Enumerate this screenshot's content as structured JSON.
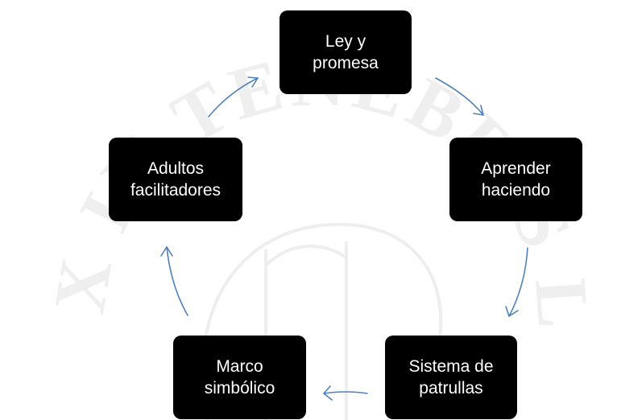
{
  "colors": {
    "node_fill": "#000000",
    "node_text": "#ffffff",
    "arrow": "#4f81bd",
    "watermark": "#eeeeee"
  },
  "diagram": {
    "type": "cycle",
    "nodes": [
      {
        "id": "ley",
        "label": "Ley y\npromesa"
      },
      {
        "id": "aprender",
        "label": "Aprender\nhaciendo"
      },
      {
        "id": "sistema",
        "label": "Sistema de\npatrullas"
      },
      {
        "id": "marco",
        "label": "Marco\nsimbólico"
      },
      {
        "id": "adultos",
        "label": "Adultos\nfacilitadores"
      }
    ],
    "edges": [
      {
        "from": "ley",
        "to": "aprender"
      },
      {
        "from": "aprender",
        "to": "sistema"
      },
      {
        "from": "sistema",
        "to": "marco"
      },
      {
        "from": "marco",
        "to": "adultos"
      },
      {
        "from": "adultos",
        "to": "ley"
      }
    ]
  },
  "watermark": {
    "motto": "ET LUX IN TENEBRIS LUCET"
  }
}
